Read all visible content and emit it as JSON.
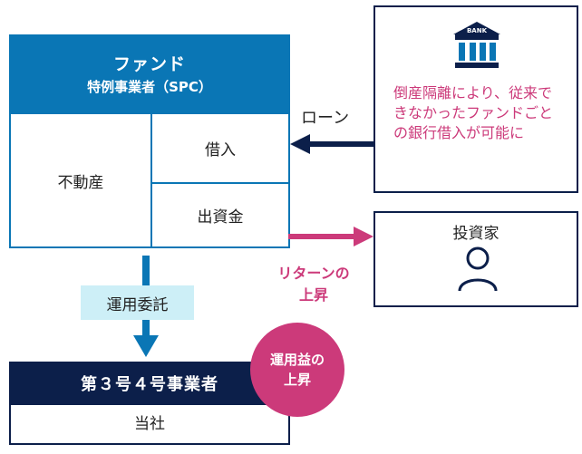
{
  "fund": {
    "title": "ファンド",
    "subtitle": "特例事業者（SPC）",
    "left_cell": "不動産",
    "right_top_cell": "借入",
    "right_bottom_cell": "出資金"
  },
  "bank": {
    "logo_text": "BANK",
    "description": "倒産隔離により、従来できなかったファンドごとの銀行借入が可能に"
  },
  "loan_label": "ローン",
  "investor": {
    "label": "投資家"
  },
  "return_label": {
    "line1": "リターンの",
    "line2": "上昇"
  },
  "entrust_label": "運用委託",
  "operator": {
    "title": "第３号４号事業者",
    "name": "当社"
  },
  "profit_badge": {
    "line1": "運用益の",
    "line2": "上昇"
  },
  "colors": {
    "fund_blue": "#0a76b5",
    "navy": "#0c1f4a",
    "magenta": "#cc3a7a",
    "light_cyan": "#cdeff7"
  }
}
